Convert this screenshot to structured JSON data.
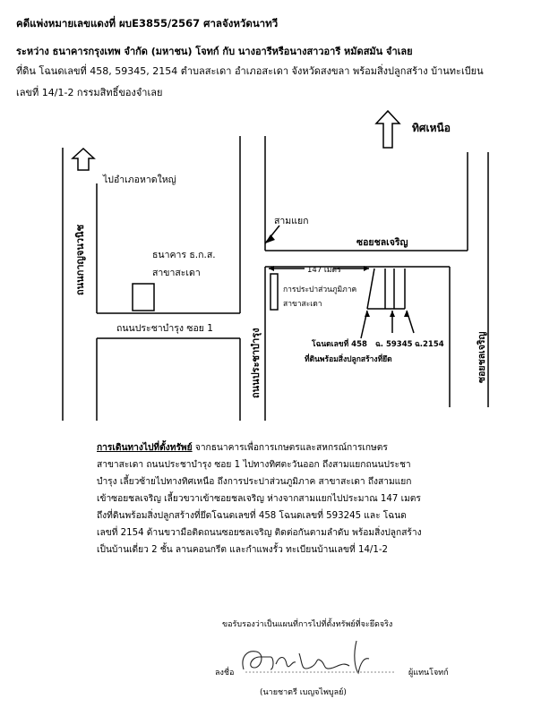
{
  "header": {
    "case_line": "คดีแพ่งหมายเลขแดงที่  ผบE3855/2567  ศาลจังหวัดนาทวี",
    "parties_line": "ระหว่าง ธนาคารกรุงเทพ จำกัด (มหาชน) โจทก์ กับ นางอารีหรือนางสาวอารี หมัดสมัน  จำเลย",
    "property_line1": "ที่ดิน โฉนดเลขที่ 458, 59345, 2154  ตำบลสะเดา อำเภอสะเดา จังหวัดสงขลา พร้อมสิ่งปลูกสร้าง บ้านทะเบียน",
    "property_line2": "เลขที่ 14/1-2   กรรมสิทธิ์ของจำเลย"
  },
  "map": {
    "north_label": "ทิศเหนือ",
    "to_hatyai": "ไปอำเภอหาดใหญ่",
    "road_kanchanawanit": "ถนนกาญจนวนิช",
    "junction": "สามแยก",
    "soi_chonchaloen_top": "ซอยชลเจริญ",
    "soi_chonchaloen_right": "ซอยชลเจริญ",
    "distance": "147 เมตร",
    "bank_line1": "ธนาคาร ธ.ก.ส.",
    "bank_line2": "สาขาสะเดา",
    "pea_line1": "การประปาส่วนภูมิภาค",
    "pea_line2": "สาขาสะเดา",
    "road_soi1": "ถนนประชาบำรุง ซอย 1",
    "road_pracha": "ถนนประชาบำรุง",
    "deed_458": "โฉนดเลขที่ 458",
    "deed_59345": "ฉ. 59345",
    "deed_2154": "ฉ.2154",
    "land_label": "ที่ดินพร้อมสิ่งปลูกสร้างที่ยึด"
  },
  "directions": {
    "heading": "การเดินทางไปที่ตั้งทรัพย์",
    "line1": "  จากธนาคารเพื่อการเกษตรและสหกรณ์การเกษตร",
    "line2": "สาขาสะเดา ถนนประชาบำรุง ซอย 1  ไปทางทิศตะวันออก ถึงสามแยกถนนประชา",
    "line3": "บำรุง เลี้ยวซ้ายไปทางทิศเหนือ ถึงการประปาส่วนภูมิภาค สาขาสะเดา ถึงสามแยก",
    "line4": "เข้าซอยชลเจริญ เลี้ยวขวาเข้าซอยชลเจริญ ห่างจากสามแยกไปประมาณ 147 เมตร",
    "line5": "ถึงที่ดินพร้อมสิ่งปลูกสร้างที่ยึดโฉนดเลขที่ 458  โฉนดเลขที่ 593245 และ โฉนด",
    "line6": "เลขที่ 2154 ด้านขวามือติดถนนซอยชลเจริญ ติดต่อกันตามลำดับ พร้อมสิ่งปลูกสร้าง",
    "line7": "เป็นบ้านเดี่ยว 2 ชั้น  ลานคอนกรีต และกำแพงรั้ว  ทะเบียนบ้านเลขที่ 14/1-2"
  },
  "certification": {
    "statement": "ขอรับรองว่าเป็นแผนที่การไปที่ตั้งทรัพย์ที่จะยึดจริง",
    "sign_prefix": "ลงชื่อ",
    "sign_suffix": "ผู้แทนโจทก์",
    "signer_name": "(นายชาตรี    เบญจไพบูลย์)"
  }
}
